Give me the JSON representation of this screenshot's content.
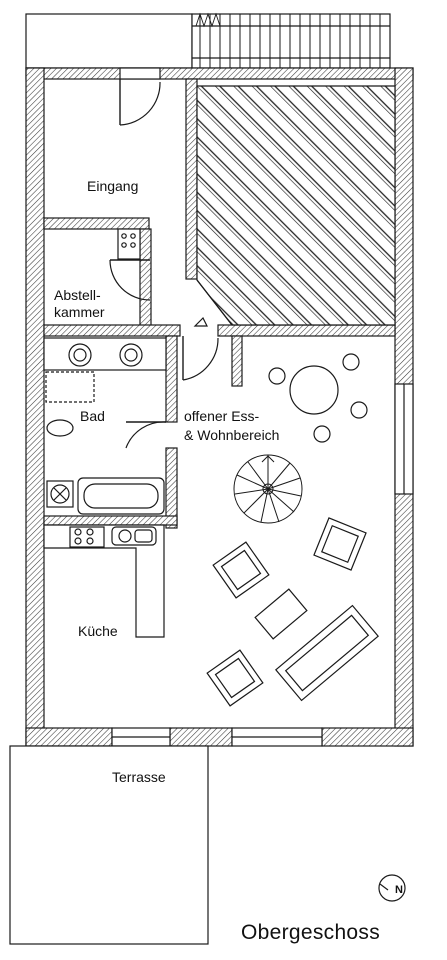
{
  "plan": {
    "title": "Obergeschoss",
    "north_symbol": "N",
    "rooms": {
      "entrance": "Eingang",
      "storage_line1": "Abstell-",
      "storage_line2": "kammer",
      "bath": "Bad",
      "living_line1": "offener Ess-",
      "living_line2": "& Wohnbereich",
      "kitchen": "Küche",
      "terrace": "Terrasse"
    }
  },
  "colors": {
    "line": "#1a1a1a",
    "wall_hatch": "#444444",
    "background": "#ffffff"
  }
}
